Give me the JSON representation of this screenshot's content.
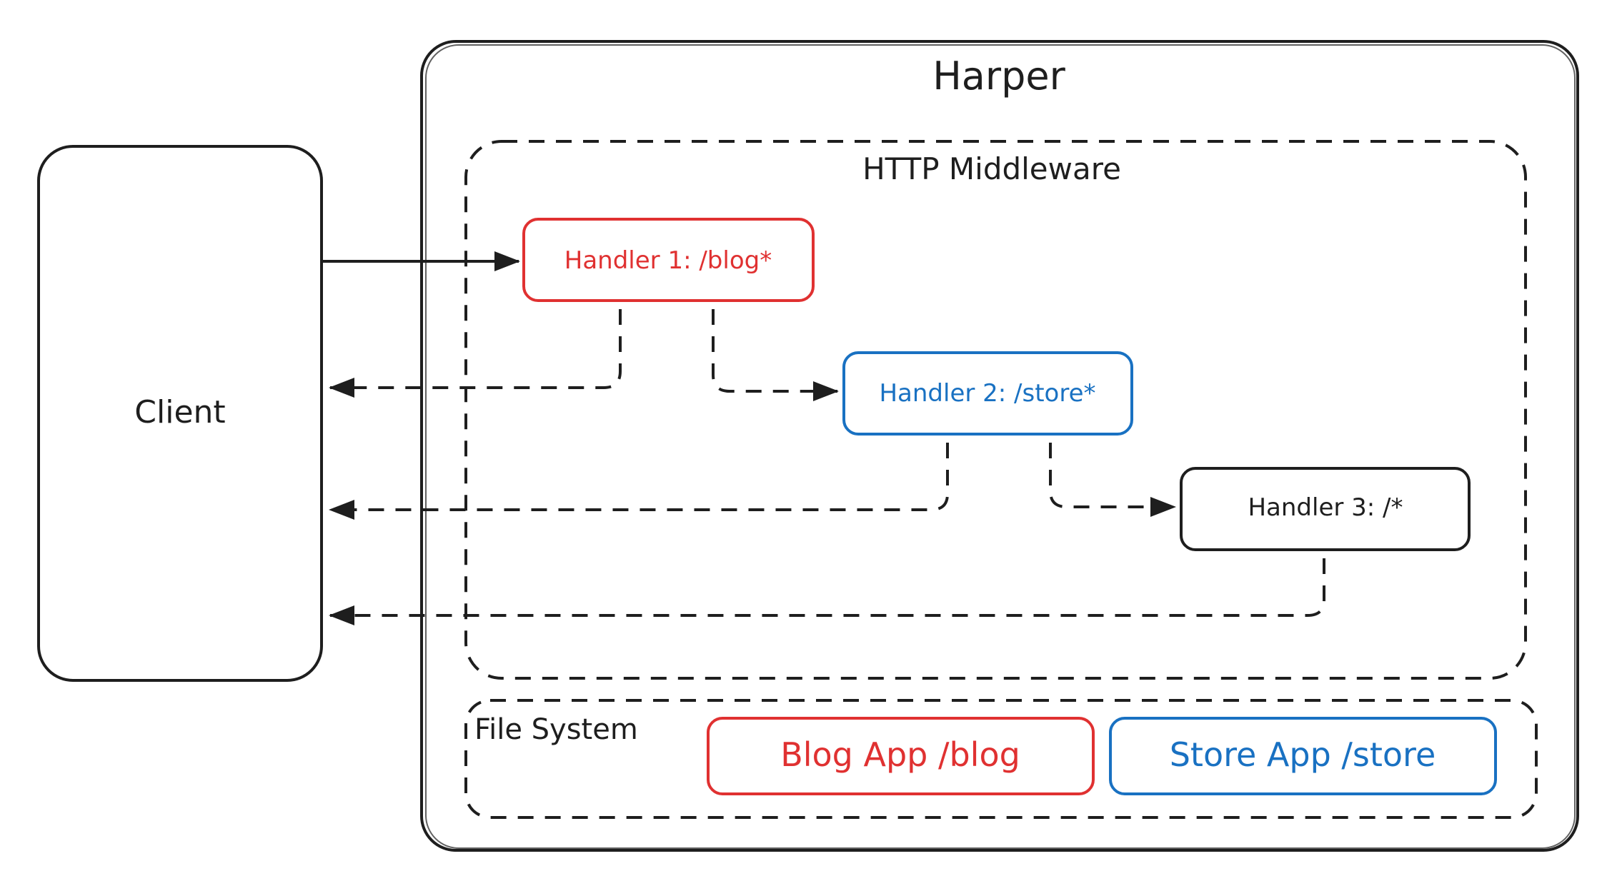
{
  "diagram": {
    "harper": {
      "label": "Harper"
    },
    "client": {
      "label": "Client"
    },
    "http_middleware": {
      "label": "HTTP Middleware"
    },
    "handlers": [
      {
        "label": "Handler 1: /blog*",
        "color": "#e03131"
      },
      {
        "label": "Handler 2: /store*",
        "color": "#1971c2"
      },
      {
        "label": "Handler 3: /*",
        "color": "#1e1e1e"
      }
    ],
    "file_system": {
      "label": "File System",
      "apps": [
        {
          "label": "Blog App /blog",
          "color": "#e03131"
        },
        {
          "label": "Store App /store",
          "color": "#1971c2"
        }
      ]
    },
    "colors": {
      "stroke": "#1e1e1e",
      "background": "#ffffff"
    }
  }
}
